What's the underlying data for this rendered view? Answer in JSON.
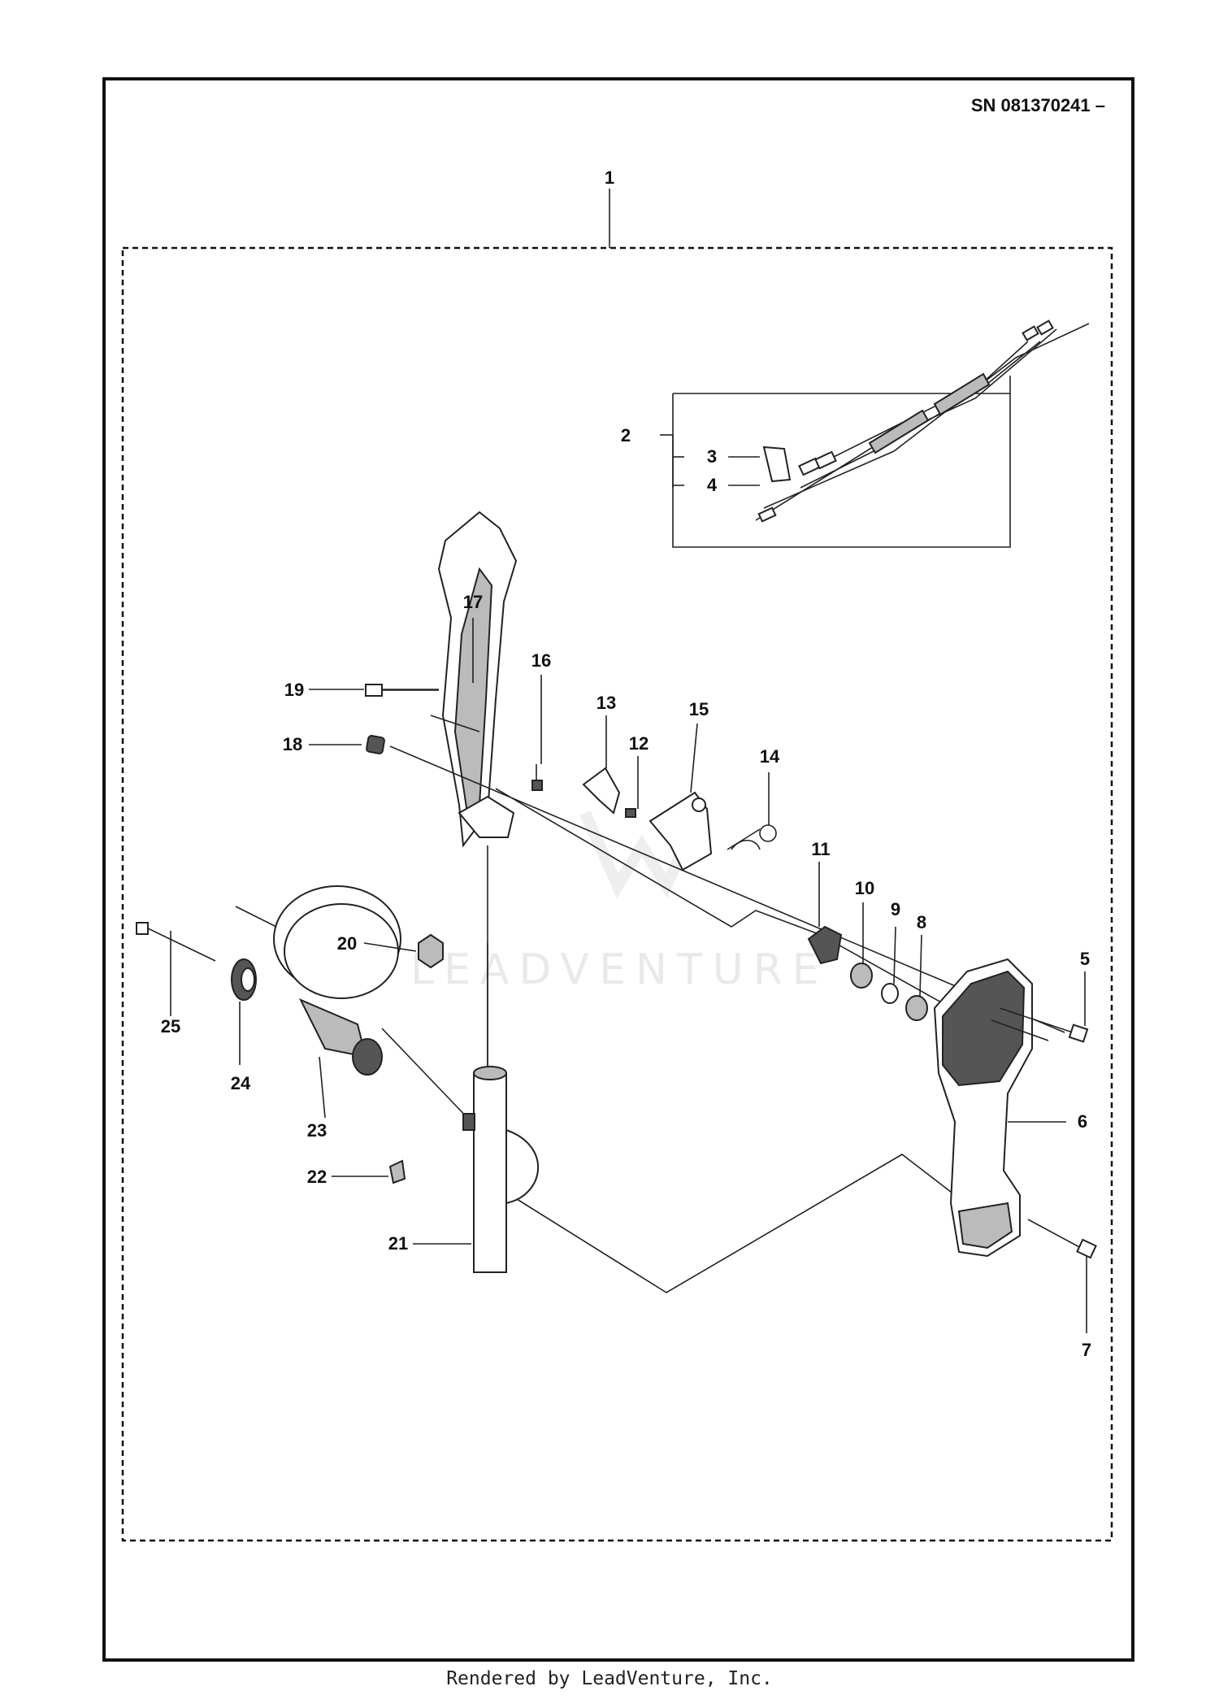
{
  "serial_number": "SN 081370241 –",
  "watermark": "LEADVENTURE",
  "footer": "Rendered by LeadVenture, Inc.",
  "callouts": [
    "1",
    "2",
    "3",
    "4",
    "5",
    "6",
    "7",
    "8",
    "9",
    "10",
    "11",
    "12",
    "13",
    "14",
    "15",
    "16",
    "17",
    "18",
    "19",
    "20",
    "21",
    "22",
    "23",
    "24",
    "25"
  ],
  "icons": {
    "logo": "leadventure-logo-icon"
  }
}
